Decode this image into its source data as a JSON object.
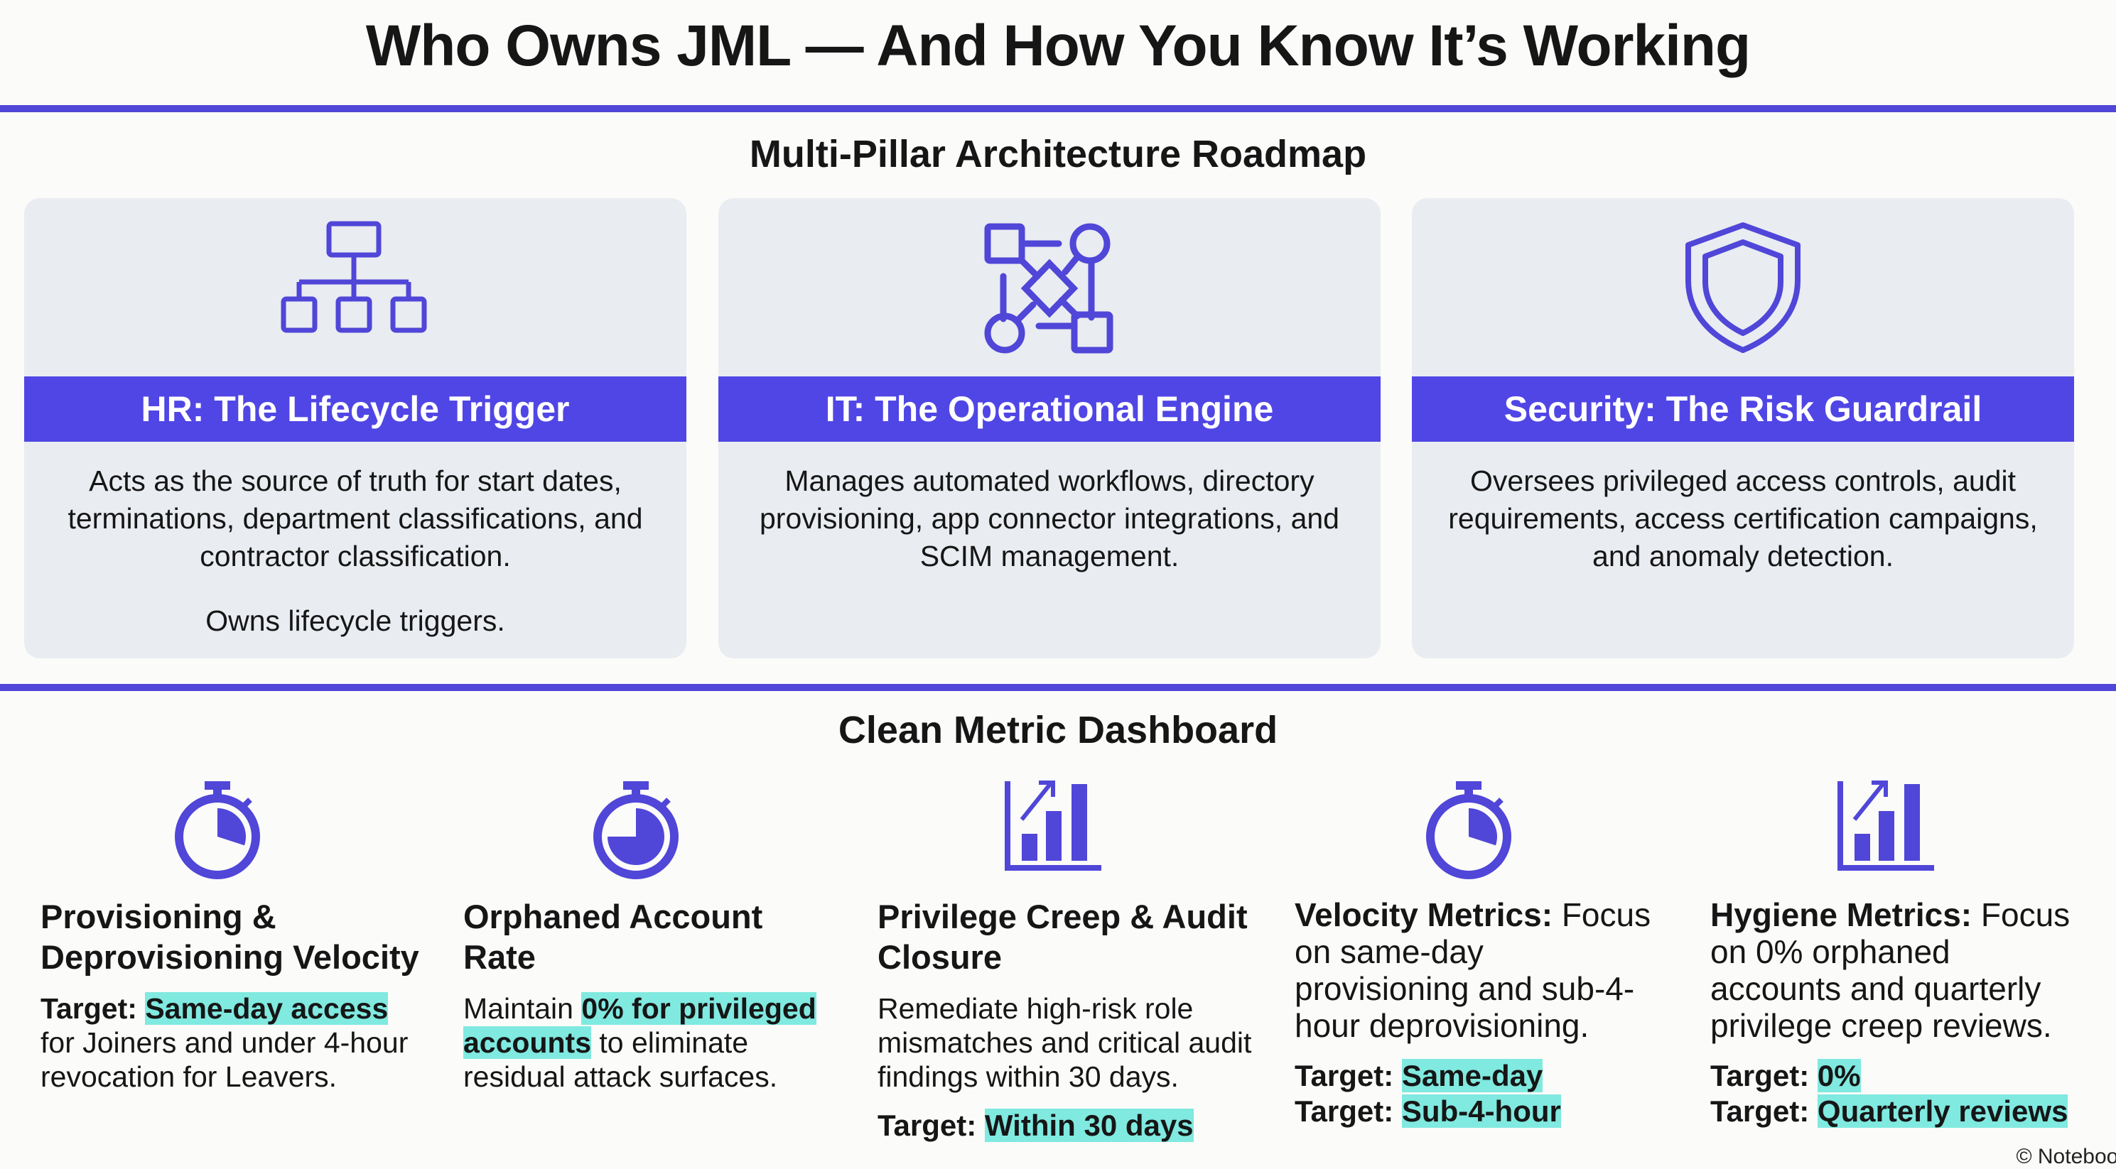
{
  "title": "Who Owns JML — And How You Know It’s Working",
  "roadmap": {
    "heading": "Multi-Pillar Architecture Roadmap",
    "cards": [
      {
        "icon": "org-chart-icon",
        "title": "HR: The Lifecycle Trigger",
        "text": "Acts as the source of truth for start dates, terminations, department classifications, and contractor classification.",
        "text2": "Owns lifecycle triggers."
      },
      {
        "icon": "workflow-network-icon",
        "title": "IT: The Operational Engine",
        "text": "Manages automated workflows, directory provisioning, app connector integrations, and SCIM management."
      },
      {
        "icon": "shield-icon",
        "title": "Security: The Risk Guardrail",
        "text": "Oversees privileged access controls, audit requirements, access certification campaigns, and anomaly detection."
      }
    ]
  },
  "dashboard": {
    "heading": "Clean Metric Dashboard",
    "metrics": [
      {
        "icon": "stopwatch-icon",
        "stopwatch_fill": 0.3,
        "title": "Provisioning & Deprovisioning Velocity",
        "target_label": "Target:",
        "highlight": "Same-day access",
        "text": "for Joiners and under 4-hour revocation for Leavers."
      },
      {
        "icon": "stopwatch-icon",
        "stopwatch_fill": 0.75,
        "title": "Orphaned Account Rate",
        "pre": "Maintain",
        "highlight": "0% for privileged accounts",
        "text": "to eliminate residual attack surfaces."
      },
      {
        "icon": "bar-chart-growth-icon",
        "title": "Privilege Creep & Audit Closure",
        "text": "Remediate high-risk role mismatches and critical audit findings within 30 days.",
        "target_label": "Target:",
        "highlight": "Within 30 days"
      },
      {
        "icon": "stopwatch-icon",
        "stopwatch_fill": 0.3,
        "lead": "Velocity Metrics:",
        "text": "Focus on same-day provisioning and sub-4-hour deprovisioning.",
        "targets": [
          {
            "label": "Target:",
            "value": "Same-day"
          },
          {
            "label": "Target:",
            "value": "Sub-4-hour"
          }
        ]
      },
      {
        "icon": "bar-chart-growth-icon",
        "lead": "Hygiene Metrics:",
        "text": "Focus on 0% orphaned accounts and quarterly privilege creep reviews.",
        "targets": [
          {
            "label": "Target:",
            "value": "0%"
          },
          {
            "label": "Target:",
            "value": "Quarterly reviews"
          }
        ]
      }
    ]
  },
  "watermark": "© NotebookLM",
  "colors": {
    "accent": "#5046e5",
    "icon": "#5046d8",
    "highlight": "#80e9e0",
    "card": "#e9ecf1"
  }
}
